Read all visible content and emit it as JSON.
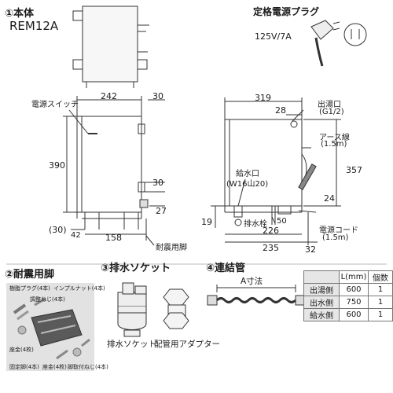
{
  "main_unit": {
    "heading": "①本体",
    "model": "REM12A"
  },
  "plug": {
    "heading": "定格電源プラグ",
    "rating": "125V/7A"
  },
  "front_view": {
    "switch_label": "電源スイッチ",
    "dims": {
      "w242": "242",
      "w30": "30",
      "h390": "390",
      "h30": "30",
      "h27": "27",
      "w30p": "(30)",
      "w42": "42",
      "w158": "158"
    },
    "foot_label": "耐震用脚"
  },
  "side_view": {
    "dims": {
      "w319": "319",
      "w28": "28",
      "h357": "357",
      "h24": "24",
      "h19": "19",
      "w50": "50",
      "w226": "226",
      "w235": "235",
      "w32": "32"
    },
    "hot_outlet": {
      "label": "出湯口",
      "size": "(G1/2)"
    },
    "ground": {
      "label": "アース線",
      "length": "(1.5m)"
    },
    "water_inlet": {
      "label": "給水口",
      "size": "(W16山20)"
    },
    "drain_plug": "排水栓",
    "power_cord": {
      "label": "電源コード",
      "length": "(1.5m)"
    }
  },
  "seismic_feet": {
    "heading": "②耐震用脚",
    "parts": [
      "樹脂プラグ(4本)",
      "インプルナット(4本)",
      "調整ねじ(4本)",
      "座金(4枚)",
      "固定脚(4本)",
      "座金(4枚)",
      "脚取付ねじ(4本)"
    ]
  },
  "drain_socket": {
    "heading": "③排水ソケット",
    "socket_label": "排水ソケット",
    "adapter_label": "配管用アダプター"
  },
  "connecting_pipe": {
    "heading": "④連結管",
    "dim_label": "A寸法",
    "table": {
      "headers": [
        "",
        "L(mm)",
        "個数"
      ],
      "rows": [
        {
          "name": "出湯側",
          "length": "600",
          "qty": "1"
        },
        {
          "name": "出水側",
          "length": "750",
          "qty": "1"
        },
        {
          "name": "給水側",
          "length": "600",
          "qty": "1"
        }
      ]
    }
  }
}
